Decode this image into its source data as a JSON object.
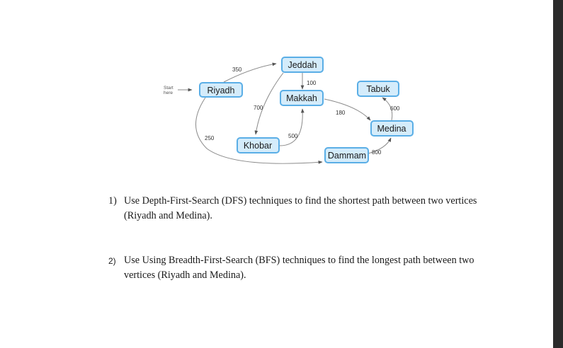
{
  "diagram": {
    "start_label_line1": "Start",
    "start_label_line2": "here",
    "nodes": {
      "riyadh": "Riyadh",
      "jeddah": "Jeddah",
      "makkah": "Makkah",
      "tabuk": "Tabuk",
      "khobar": "Khobar",
      "medina": "Medina",
      "dammam": "Dammam"
    },
    "weights": {
      "riyadh_jeddah": "350",
      "jeddah_makkah": "100",
      "jeddah_khobar": "700",
      "riyadh_dammam": "250",
      "khobar_makkah": "500",
      "makkah_medina": "180",
      "medina_tabuk": "600",
      "dammam_medina": "800"
    }
  },
  "questions": [
    {
      "number": "1)",
      "text": "Use Depth-First-Search (DFS) techniques to find the shortest path between two vertices (Riyadh and Medina)."
    },
    {
      "number": "2)",
      "text": "Use Using Breadth-First-Search (BFS) techniques to find the longest path between two vertices (Riyadh and Medina)."
    }
  ]
}
